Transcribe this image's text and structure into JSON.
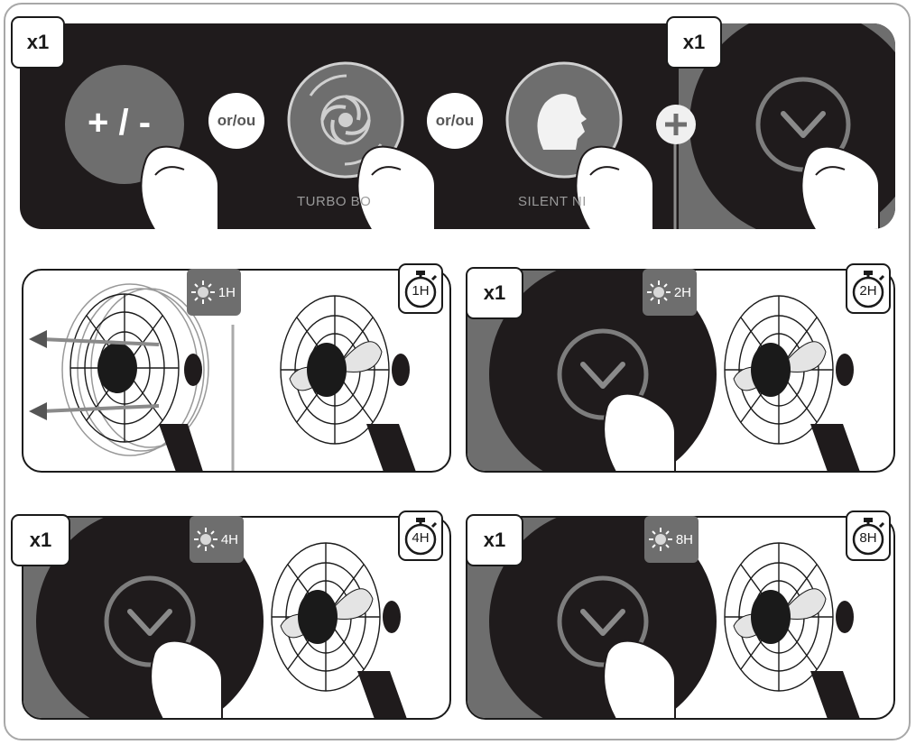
{
  "top_panel": {
    "badge_left": "x1",
    "badge_right": "x1",
    "plus_minus": "+ / -",
    "or_1": "or/ou",
    "or_2": "or/ou",
    "turbo_label": "TURBO BO",
    "silent_label": "SILENT NI"
  },
  "panels": [
    {
      "tag": "1H",
      "timer": "1H"
    },
    {
      "badge": "x1",
      "tag": "2H",
      "timer": "2H"
    },
    {
      "badge": "x1",
      "tag": "4H",
      "timer": "4H"
    },
    {
      "badge": "x1",
      "tag": "8H",
      "timer": "8H"
    }
  ],
  "icons": [
    "plus-minus-button",
    "turbo-boost-fan-icon",
    "silent-night-face-icon",
    "timer-check-button",
    "finger-press-icon",
    "stopwatch-icon",
    "light-sun-icon",
    "desk-fan-icon"
  ],
  "colors": {
    "dark": "#1f1b1c",
    "mid_gray": "#6e6e6e",
    "light_gray": "#9a9a9a"
  }
}
